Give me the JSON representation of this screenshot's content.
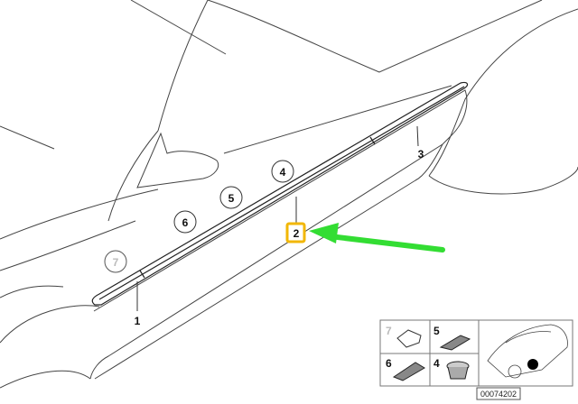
{
  "diagram": {
    "callouts": [
      {
        "id": "1",
        "text": "1",
        "style": "plain"
      },
      {
        "id": "2",
        "text": "2",
        "style": "highlighted"
      },
      {
        "id": "3",
        "text": "3",
        "style": "plain"
      },
      {
        "id": "4",
        "text": "4",
        "style": "circled"
      },
      {
        "id": "5",
        "text": "5",
        "style": "circled"
      },
      {
        "id": "6",
        "text": "6",
        "style": "circled"
      },
      {
        "id": "7",
        "text": "7",
        "style": "circled-grey"
      }
    ],
    "inset": {
      "cells": [
        {
          "text": "7",
          "color": "#bbbbbb"
        },
        {
          "text": "5",
          "color": "#111111"
        },
        {
          "text": "6",
          "color": "#111111"
        },
        {
          "text": "4",
          "color": "#111111"
        }
      ]
    },
    "image_id": "00074202",
    "colors": {
      "highlight": "#f2b705",
      "arrow": "#33dd33",
      "line": "#333333"
    }
  }
}
